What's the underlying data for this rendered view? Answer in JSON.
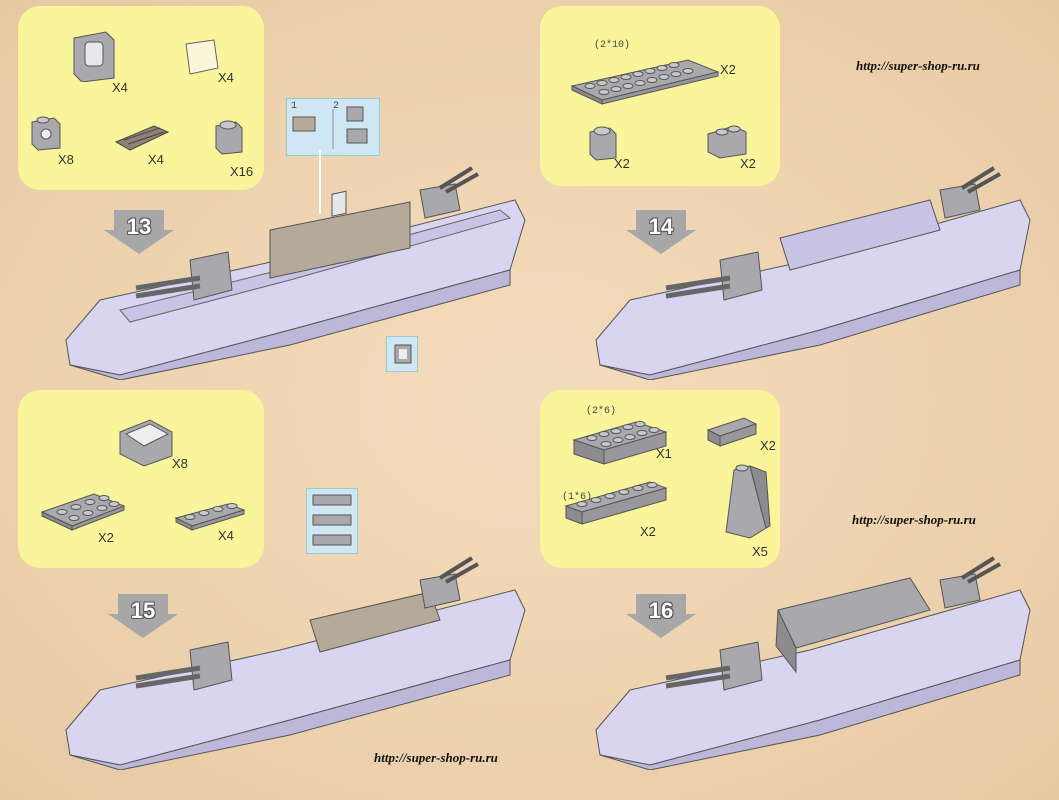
{
  "steps": [
    {
      "number": "13",
      "parts": [
        {
          "qty": "X4"
        },
        {
          "qty": "X4"
        },
        {
          "qty": "X8"
        },
        {
          "qty": "X4"
        },
        {
          "qty": "X16"
        }
      ],
      "sub_labels": [
        "1",
        "2"
      ]
    },
    {
      "number": "14",
      "parts": [
        {
          "dims": "(2*10)",
          "qty": "X2"
        },
        {
          "qty": "X2"
        },
        {
          "qty": "X2"
        }
      ]
    },
    {
      "number": "15",
      "parts": [
        {
          "qty": "X8"
        },
        {
          "qty": "X2"
        },
        {
          "qty": "X4"
        }
      ]
    },
    {
      "number": "16",
      "parts": [
        {
          "dims": "(2*6)",
          "qty": "X1"
        },
        {
          "qty": "X2"
        },
        {
          "dims": "(1*6)",
          "qty": "X2"
        },
        {
          "qty": "X5"
        }
      ]
    }
  ],
  "watermarks": [
    "http://super-shop-ru.ru",
    "http://super-shop-ru.ru",
    "http://super-shop-ru.ru"
  ],
  "colors": {
    "panel": "#faf59a",
    "page": "#f0d8b8",
    "ship": "#d9d4ef",
    "arrow": "#a7a7a7",
    "callout": "#cfe6f3"
  }
}
